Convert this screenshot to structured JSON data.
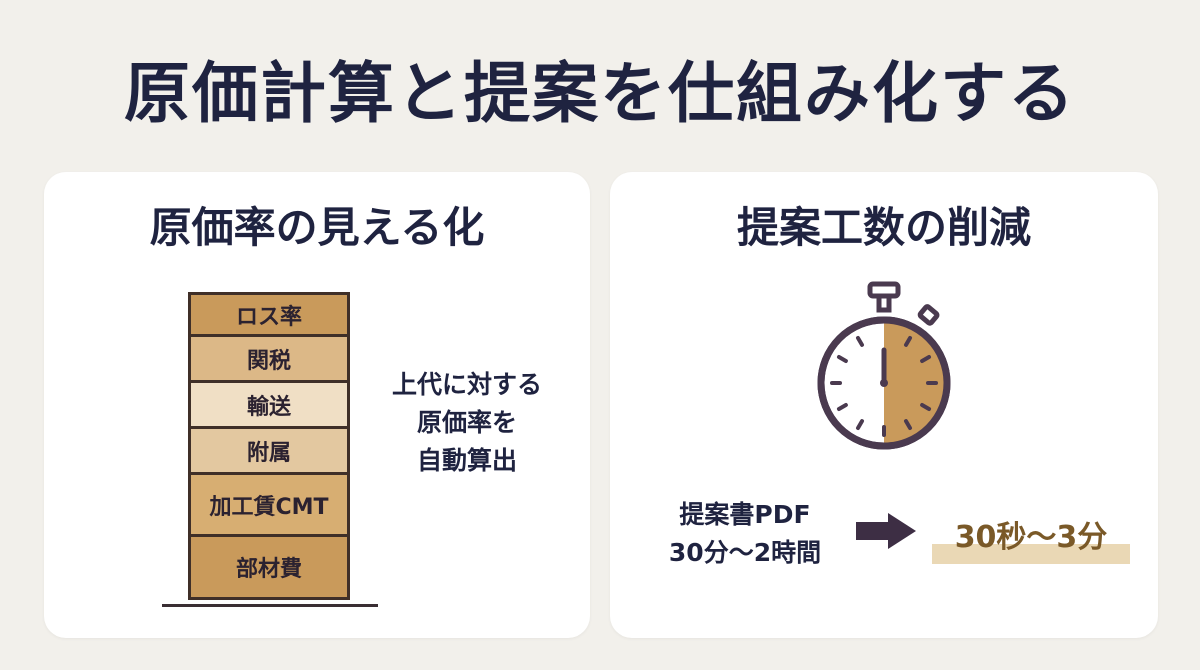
{
  "title": "原価計算と提案を仕組み化する",
  "left_panel": {
    "title": "原価率の見える化",
    "stack": [
      {
        "label": "ロス率",
        "color": "#c99a5b",
        "height": 42
      },
      {
        "label": "関税",
        "color": "#dcb887",
        "height": 46
      },
      {
        "label": "輸送",
        "color": "#f0dfc5",
        "height": 46
      },
      {
        "label": "附属",
        "color": "#e3c8a0",
        "height": 46
      },
      {
        "label": "加工賃CMT",
        "color": "#d7ae72",
        "height": 62
      },
      {
        "label": "部材費",
        "color": "#c99a5b",
        "height": 66
      }
    ],
    "side_text": [
      "上代に対する",
      "原価率を",
      "自動算出"
    ]
  },
  "right_panel": {
    "title": "提案工数の削減",
    "before": [
      "提案書PDF",
      "30分〜2時間"
    ],
    "after": "30秒〜3分",
    "stopwatch_fill_fraction": 0.5,
    "colors": {
      "stopwatch_outline": "#4a3a4f",
      "stopwatch_fill": "#c99a5b",
      "arrow": "#3d2e44",
      "result_text": "#7a5928",
      "result_highlight": "#ead8b5"
    }
  }
}
